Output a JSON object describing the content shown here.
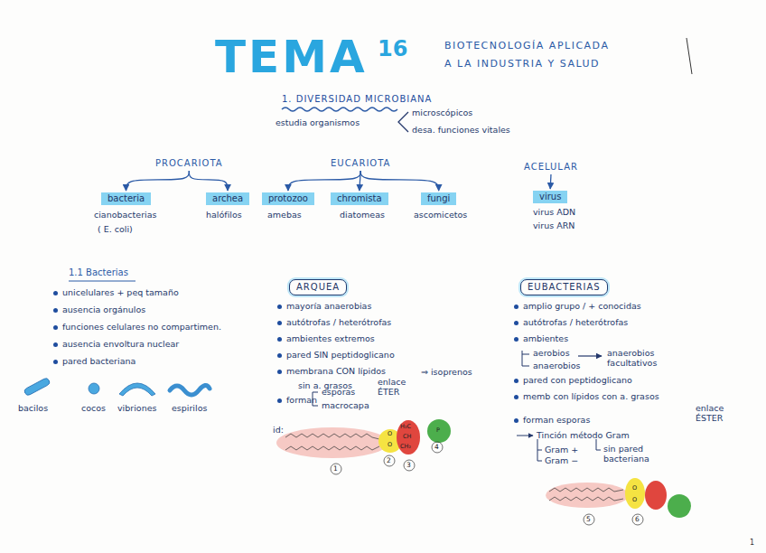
{
  "diagram": {
    "title": "TEMA",
    "nodes": [
      {
        "text": [
          "PROCARIOTA"
        ]
      },
      {
        "text": [
          "EUCARIOTA"
        ]
      },
      {
        "text": [
          "ACELULAR"
        ]
      },
      {
        "text": [
          "bacteria"
        ]
      },
      {
        "text": [
          "archea"
        ]
      },
      {
        "text": [
          "protozoo"
        ]
      },
      {
        "text": [
          "chromista"
        ]
      },
      {
        "text": [
          "fungi"
        ]
      },
      {
        "text": [
          "virus"
        ]
      },
      {
        "text": [
          "ARQUEA"
        ]
      },
      {
        "text": [
          "EUBACTERIAS"
        ]
      }
    ],
    "edges": [
      {
        "from": 0,
        "to": 3,
        "arrow": "to"
      },
      {
        "from": 0,
        "to": 4,
        "arrow": "to"
      },
      {
        "from": 1,
        "to": 5,
        "arrow": "to"
      },
      {
        "from": 1,
        "to": 6,
        "arrow": "to"
      },
      {
        "from": 1,
        "to": 7,
        "arrow": "to"
      },
      {
        "from": 2,
        "to": 8,
        "arrow": "to"
      }
    ],
    "labels": [
      "1. DIVERSIDAD MICROBIANA",
      "16",
      "BIOTECNOLOGÍA APLICADA",
      "A LA INDUSTRIA Y SALUD",
      "estudia organismos",
      "microscópicos",
      "desa. funciones vitales",
      "cianobacterias",
      "( E. coli)",
      "halófilos",
      "amebas",
      "diatomeas",
      "ascomicetos",
      "virus ADN",
      "virus ARN",
      "1.1 Bacterias",
      "unicelulares + peq tamaño",
      "ausencia orgánulos",
      "funciones celulares no compartimen.",
      "ausencia envoltura nuclear",
      "pared bacteriana",
      "bacilos",
      "cocos",
      "vibriones",
      "espirilos",
      "mayoría anaerobias",
      "autótrofas / heterótrofas",
      "ambientes extremos",
      "pared SIN peptidoglicano",
      "membrana CON lípidos",
      "sin a. grasos",
      "enlace ÉTER",
      "⇒ isoprenos",
      "forman",
      "esporas",
      "macrocapa",
      "id:",
      "1",
      "2",
      "3",
      "4",
      "amplio grupo / + conocidas",
      "autótrofas / heterótrofas",
      "ambientes",
      "aerobios",
      "anaerobios",
      "anaerobios facultativos",
      "pared con peptidoglicano",
      "memb con lípidos con a. grasos",
      "enlace ÉSTER",
      "forman esporas",
      "Tinción método Gram",
      "Gram +",
      "Gram −",
      "sin pared bacteriana",
      "5",
      "6",
      "1",
      "H₂C",
      "CH",
      "CH₂",
      "O",
      "O",
      "P",
      "O",
      "O"
    ]
  }
}
